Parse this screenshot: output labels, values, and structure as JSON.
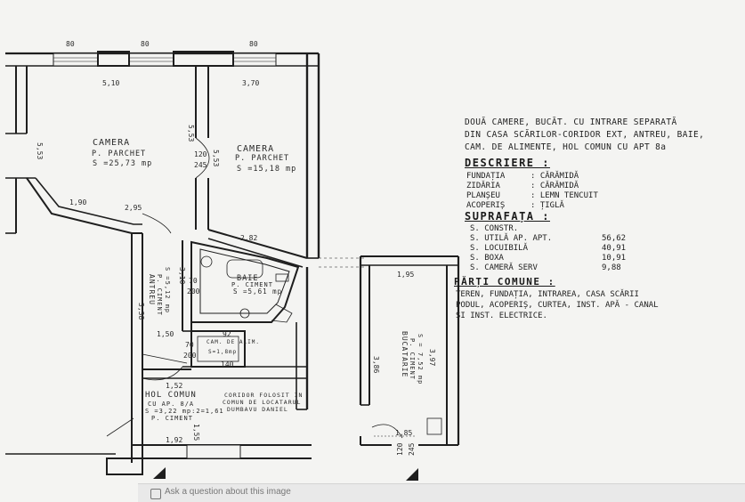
{
  "labels": {
    "room1_name": "CAMERA",
    "room1_floor": "P. PARCHET",
    "room1_area": "S =25,73 mp",
    "room2_name": "CAMERA",
    "room2_floor": "P. PARCHET",
    "room2_area": "S =15,18 mp",
    "bath_name": "BAIE",
    "bath_floor": "P. CIMENT",
    "bath_area": "S =5,61 mp",
    "antreu_name": "ANTREU",
    "antreu_floor": "P. CIMENT",
    "antreu_area": "S =5,12 mp",
    "box_name": "CAM. DE ALIM.",
    "box_area": "S=1,8mp",
    "hol_name": "HOL COMUN",
    "hol_line2": "CU AP. 8/A",
    "hol_area": "S =3,22 mp:2=1,61",
    "hol_floor": "P. CIMENT",
    "corridor_line1": "CORIDOR FOLOSIT IN",
    "corridor_line2": "COMUN DE LOCATARUL",
    "corridor_line3": "DUMBAVU DANIEL",
    "bucatarie_name": "BUCATARIE",
    "bucatarie_floor": "P. CIMENT",
    "bucatarie_area": "S = 7,52 mp"
  },
  "dims": {
    "d_top1": "80",
    "d_top2": "80",
    "d_top3": "80",
    "d_510": "5,10",
    "d_370": "3,70",
    "d_553a": "5,53",
    "d_553b": "5,53",
    "d_553c": "5,53",
    "d_120a": "120",
    "d_245a": "245",
    "d_190": "1,90",
    "d_295": "2,95",
    "d_282": "2,82",
    "d_150": "1,50",
    "d_338": "3,38",
    "d_310": "3,10",
    "d_70a": "70",
    "d_200a": "200",
    "d_92": "92",
    "d_70b": "70",
    "d_200b": "200",
    "d_140": "140",
    "d_152": "1,52",
    "d_192": "1,92",
    "d_155": "1,55",
    "d_195": "1,95",
    "d_185": "1,85",
    "d_386": "3,86",
    "d_397": "3,97",
    "d_120b": "120",
    "d_245b": "245"
  },
  "description": {
    "intro1": "DOUĂ CAMERE, BUCĂT. CU INTRARE SEPARATĂ",
    "intro2": "DIN CASA SCĂRILOR-CORIDOR EXT, ANTREU, BAIE,",
    "intro3": "CAM. DE ALIMENTE, HOL COMUN CU APT 8a",
    "descriere_title": "DESCRIERE :",
    "fundatia_k": "FUNDAȚIA",
    "fundatia_v": ": CĂRĂMIDĂ",
    "zidaria_k": "ZIDĂRIA",
    "zidaria_v": ": CĂRĂMIDĂ",
    "planseu_k": "PLANȘEU",
    "planseu_v": ": LEMN TENCUIT",
    "acoperis_k": "ACOPERIȘ",
    "acoperis_v": ": ȚIGLĂ",
    "suprafata_title": "SUPRAFAȚA :",
    "s_constr_k": "S. CONSTR.",
    "s_constr_v": "",
    "s_utila_k": "S. UTILĂ AP. APT.",
    "s_utila_v": "56,62",
    "s_locuibila_k": "S. LOCUIBILĂ",
    "s_locuibila_v": "40,91",
    "s_boxa_k": "S. BOXA",
    "s_boxa_v": "10,91",
    "s_camera_k": "S. CAMERĂ SERV",
    "s_camera_v": "9,88",
    "parti_title": "PĂRȚI COMUNE :",
    "parti1": "TEREN, FUNDAȚIA, INTRAREA, CASA SCĂRII",
    "parti2": "PODUL, ACOPERIȘ, CURTEA, INST. APĂ - CANAL",
    "parti3": "ȘI INST. ELECTRICE."
  },
  "bottom_bar": {
    "text": "Ask a question about this image"
  }
}
